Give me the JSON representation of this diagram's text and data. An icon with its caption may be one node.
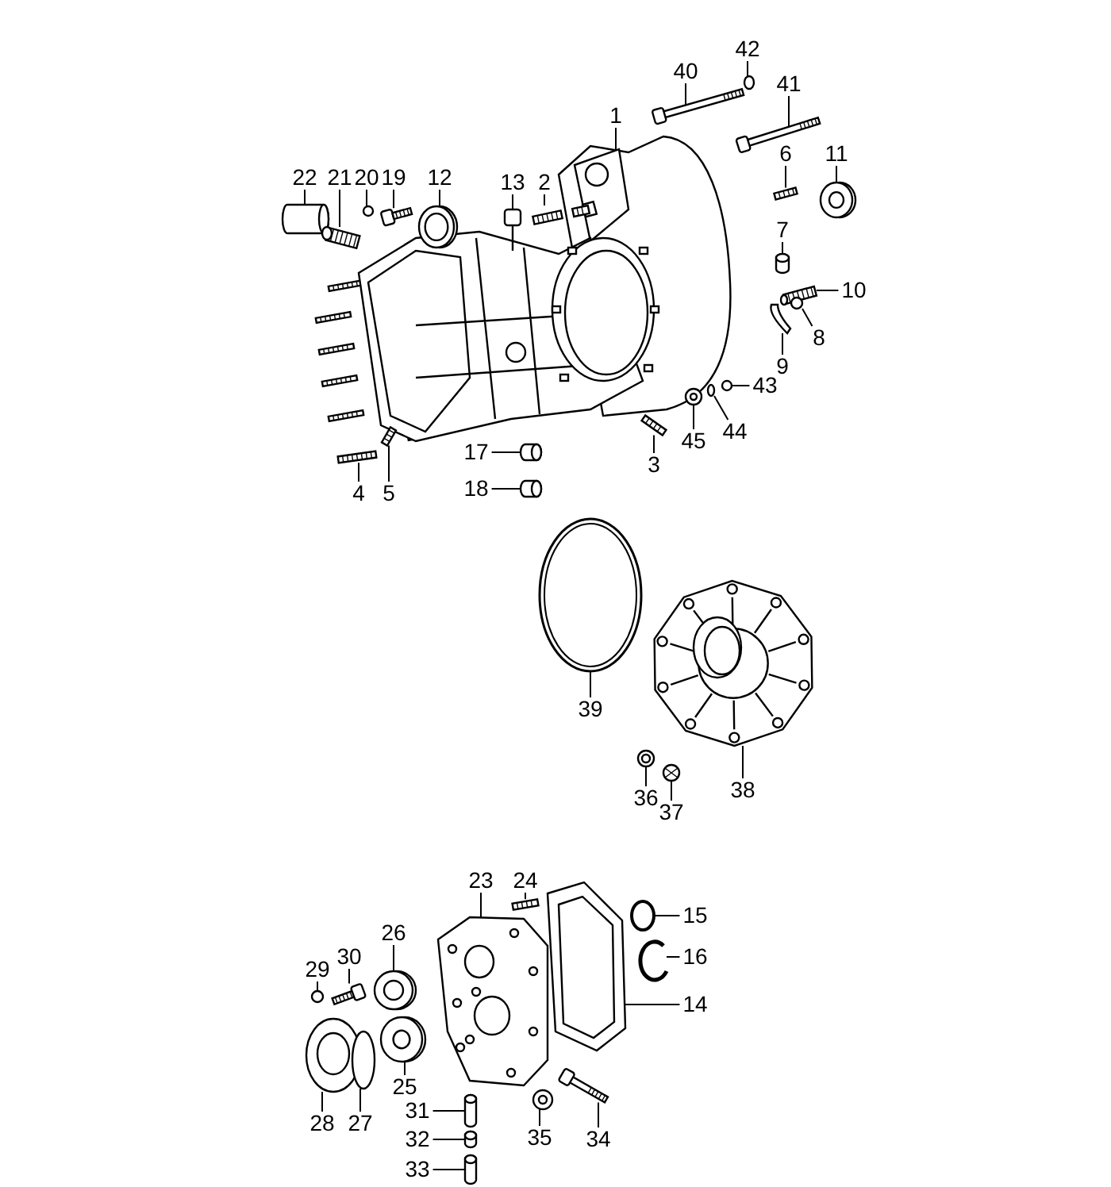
{
  "diagram": {
    "nodes": [
      {
        "text": [
          "42"
        ]
      },
      {
        "text": [
          "40"
        ]
      },
      {
        "text": [
          "41"
        ]
      },
      {
        "text": [
          "1"
        ]
      },
      {
        "text": [
          "22"
        ]
      },
      {
        "text": [
          "21"
        ]
      },
      {
        "text": [
          "20"
        ]
      },
      {
        "text": [
          "19"
        ]
      },
      {
        "text": [
          "12"
        ]
      },
      {
        "text": [
          "13"
        ]
      },
      {
        "text": [
          "2"
        ]
      },
      {
        "text": [
          "6"
        ]
      },
      {
        "text": [
          "11"
        ]
      },
      {
        "text": [
          "7"
        ]
      },
      {
        "text": [
          "10"
        ]
      },
      {
        "text": [
          "8"
        ]
      },
      {
        "text": [
          "9"
        ]
      },
      {
        "text": [
          "43"
        ]
      },
      {
        "text": [
          "44"
        ]
      },
      {
        "text": [
          "45"
        ]
      },
      {
        "text": [
          "17"
        ]
      },
      {
        "text": [
          "3"
        ]
      },
      {
        "text": [
          "4"
        ]
      },
      {
        "text": [
          "5"
        ]
      },
      {
        "text": [
          "18"
        ]
      },
      {
        "text": [
          "39"
        ]
      },
      {
        "text": [
          "36"
        ]
      },
      {
        "text": [
          "38"
        ]
      },
      {
        "text": [
          "37"
        ]
      },
      {
        "text": [
          "23"
        ]
      },
      {
        "text": [
          "24"
        ]
      },
      {
        "text": [
          "15"
        ]
      },
      {
        "text": [
          "26"
        ]
      },
      {
        "text": [
          "30"
        ]
      },
      {
        "text": [
          "16"
        ]
      },
      {
        "text": [
          "29"
        ]
      },
      {
        "text": [
          "14"
        ]
      },
      {
        "text": [
          "25"
        ]
      },
      {
        "text": [
          "31"
        ]
      },
      {
        "text": [
          "28"
        ]
      },
      {
        "text": [
          "27"
        ]
      },
      {
        "text": [
          "35"
        ]
      },
      {
        "text": [
          "34"
        ]
      },
      {
        "text": [
          "32"
        ]
      },
      {
        "text": [
          "33"
        ]
      },
      {
        "text": [],
        "shape": "circle"
      },
      {
        "text": [],
        "shape": "picture"
      },
      {
        "text": [],
        "shape": "picture"
      },
      {
        "text": [],
        "shape": "picture"
      },
      {
        "text": [],
        "shape": "cylinder"
      },
      {
        "text": [],
        "shape": "picture"
      },
      {
        "text": [],
        "shape": "circle"
      },
      {
        "text": [],
        "shape": "picture"
      },
      {
        "text": [],
        "shape": "picture"
      },
      {
        "text": [],
        "shape": "picture"
      },
      {
        "text": [],
        "shape": "picture"
      },
      {
        "text": [],
        "shape": "picture"
      },
      {
        "text": [],
        "shape": "picture"
      },
      {
        "text": [],
        "shape": "cylinder"
      },
      {
        "text": [],
        "shape": "picture"
      },
      {
        "text": [],
        "shape": "circle"
      },
      {
        "text": [],
        "shape": "picture"
      },
      {
        "text": [],
        "shape": "picture"
      },
      {
        "text": [],
        "shape": "circle"
      },
      {
        "text": [],
        "shape": "picture"
      },
      {
        "text": [],
        "shape": "cylinder"
      },
      {
        "text": [],
        "shape": "picture"
      },
      {
        "text": [],
        "shape": "picture"
      },
      {
        "text": [],
        "shape": "picture"
      },
      {
        "text": [],
        "shape": "cylinder"
      },
      {
        "text": [],
        "shape": "picture"
      },
      {
        "text": [],
        "shape": "picture"
      },
      {
        "text": [],
        "shape": "picture"
      },
      {
        "text": [],
        "shape": "picture"
      },
      {
        "text": [],
        "shape": "picture"
      },
      {
        "text": [],
        "shape": "picture"
      },
      {
        "text": [],
        "shape": "picture"
      },
      {
        "text": [],
        "shape": "picture"
      },
      {
        "text": [],
        "shape": "picture"
      },
      {
        "text": [],
        "shape": "picture"
      },
      {
        "text": [],
        "shape": "circle"
      },
      {
        "text": [],
        "shape": "picture"
      },
      {
        "text": [],
        "shape": "picture"
      },
      {
        "text": [],
        "shape": "cylinder"
      },
      {
        "text": [],
        "shape": "picture"
      },
      {
        "text": [],
        "shape": "picture"
      },
      {
        "text": [],
        "shape": "picture"
      },
      {
        "text": [],
        "shape": "picture"
      },
      {
        "text": [],
        "shape": "cylinder"
      },
      {
        "text": [],
        "shape": "cylinder"
      }
    ],
    "edges": [
      {
        "from": 0,
        "to": 45,
        "arrow": "none"
      },
      {
        "from": 1,
        "to": 46,
        "arrow": "none"
      },
      {
        "from": 2,
        "to": 47,
        "arrow": "none"
      },
      {
        "from": 3,
        "to": 48,
        "arrow": "none"
      },
      {
        "from": 4,
        "to": 49,
        "arrow": "none"
      },
      {
        "from": 5,
        "to": 50,
        "arrow": "none"
      },
      {
        "from": 6,
        "to": 51,
        "arrow": "none"
      },
      {
        "from": 7,
        "to": 52,
        "arrow": "none"
      },
      {
        "from": 8,
        "to": 53,
        "arrow": "none"
      },
      {
        "from": 9,
        "to": 54,
        "arrow": "none"
      },
      {
        "from": 10,
        "to": 55,
        "arrow": "none"
      },
      {
        "from": 11,
        "to": 56,
        "arrow": "none"
      },
      {
        "from": 12,
        "to": 57,
        "arrow": "none"
      },
      {
        "from": 13,
        "to": 58,
        "arrow": "none"
      },
      {
        "from": 14,
        "to": 59,
        "arrow": "none"
      },
      {
        "from": 15,
        "to": 60,
        "arrow": "none"
      },
      {
        "from": 16,
        "to": 61,
        "arrow": "none"
      },
      {
        "from": 17,
        "to": 62,
        "arrow": "none"
      },
      {
        "from": 18,
        "to": 63,
        "arrow": "none"
      },
      {
        "from": 19,
        "to": 64,
        "arrow": "none"
      },
      {
        "from": 20,
        "to": 65,
        "arrow": "none"
      },
      {
        "from": 21,
        "to": 66,
        "arrow": "none"
      },
      {
        "from": 22,
        "to": 67,
        "arrow": "none"
      },
      {
        "from": 23,
        "to": 68,
        "arrow": "none"
      },
      {
        "from": 24,
        "to": 69,
        "arrow": "none"
      },
      {
        "from": 25,
        "to": 70,
        "arrow": "none"
      },
      {
        "from": 26,
        "to": 71,
        "arrow": "none"
      },
      {
        "from": 27,
        "to": 72,
        "arrow": "none"
      },
      {
        "from": 28,
        "to": 73,
        "arrow": "none"
      },
      {
        "from": 29,
        "to": 74,
        "arrow": "none"
      },
      {
        "from": 30,
        "to": 75,
        "arrow": "none"
      },
      {
        "from": 31,
        "to": 76,
        "arrow": "none"
      },
      {
        "from": 32,
        "to": 77,
        "arrow": "none"
      },
      {
        "from": 33,
        "to": 78,
        "arrow": "none"
      },
      {
        "from": 34,
        "to": 79,
        "arrow": "none"
      },
      {
        "from": 35,
        "to": 80,
        "arrow": "none"
      },
      {
        "from": 36,
        "to": 81,
        "arrow": "none"
      },
      {
        "from": 37,
        "to": 82,
        "arrow": "none"
      },
      {
        "from": 38,
        "to": 83,
        "arrow": "none"
      },
      {
        "from": 39,
        "to": 84,
        "arrow": "none"
      },
      {
        "from": 40,
        "to": 85,
        "arrow": "none"
      },
      {
        "from": 41,
        "to": 86,
        "arrow": "none"
      },
      {
        "from": 42,
        "to": 87,
        "arrow": "none"
      },
      {
        "from": 43,
        "to": 88,
        "arrow": "none"
      },
      {
        "from": 44,
        "to": 89,
        "arrow": "none"
      }
    ]
  }
}
